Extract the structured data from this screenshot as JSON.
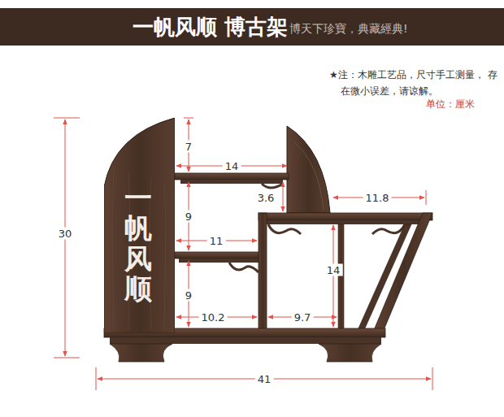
{
  "diagram": {
    "title": "一帆风顺 博古架",
    "nodes": [
      {
        "text": [
          "一帆风顺"
        ]
      }
    ],
    "labels": [
      "博天下珍寶，典藏經典!",
      "★注：木雕工艺品，尺寸手工测量， 存在微小误差，请谅解。",
      "单位：厘米",
      "30",
      "7",
      "14",
      "3.6",
      "11.8",
      "9",
      "11",
      "14",
      "9",
      "10.2",
      "9.7",
      "41"
    ]
  }
}
